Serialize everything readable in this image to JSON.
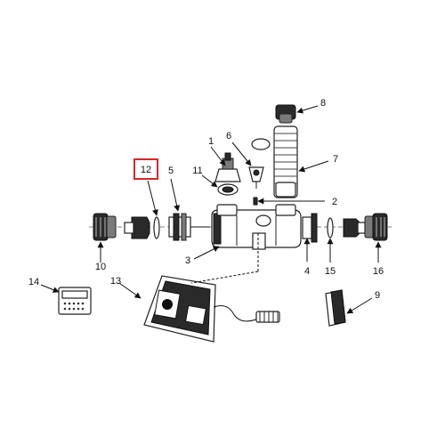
{
  "diagram": {
    "highlight_color": "#d62828",
    "labels": {
      "p1": "1",
      "p2": "2",
      "p3": "3",
      "p4": "4",
      "p5": "5",
      "p6": "6",
      "p7": "7",
      "p8": "8",
      "p9": "9",
      "p10": "10",
      "p11": "11",
      "p12": "12",
      "p13": "13",
      "p14": "14",
      "p15": "15",
      "p16": "16"
    },
    "highlighted_part": "12"
  }
}
